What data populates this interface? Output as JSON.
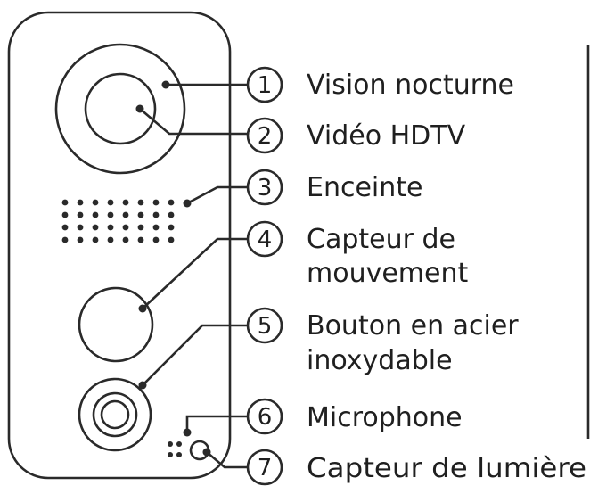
{
  "components": [
    {
      "number": "1",
      "label_lines": [
        "Vision nocturne"
      ]
    },
    {
      "number": "2",
      "label_lines": [
        "Vidéo HDTV"
      ]
    },
    {
      "number": "3",
      "label_lines": [
        "Enceinte"
      ]
    },
    {
      "number": "4",
      "label_lines": [
        "Capteur de",
        "mouvement"
      ]
    },
    {
      "number": "5",
      "label_lines": [
        "Bouton en acier",
        "inoxydable"
      ]
    },
    {
      "number": "6",
      "label_lines": [
        "Microphone"
      ]
    },
    {
      "number": "7",
      "label_lines": [
        "Capteur de lumière"
      ]
    }
  ]
}
